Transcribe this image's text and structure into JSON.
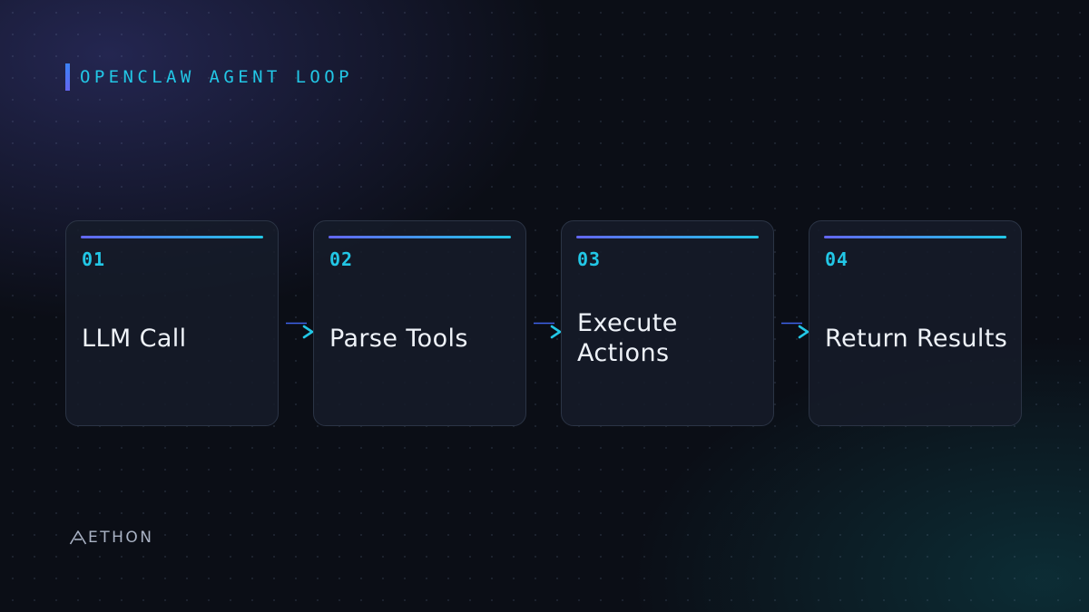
{
  "title": "OPENCLAW AGENT LOOP",
  "steps": [
    {
      "number": "01",
      "label": "LLM Call"
    },
    {
      "number": "02",
      "label": "Parse Tools"
    },
    {
      "number": "03",
      "label": "Execute Actions"
    },
    {
      "number": "04",
      "label": "Return Results"
    }
  ],
  "brand": {
    "logo_text": "ETHON",
    "logo_icon": "delta-mark-icon"
  },
  "colors": {
    "accent_cyan": "#22c7e6",
    "accent_indigo": "#6366f1",
    "background": "#0b0e16",
    "card_border": "#2b3445"
  }
}
